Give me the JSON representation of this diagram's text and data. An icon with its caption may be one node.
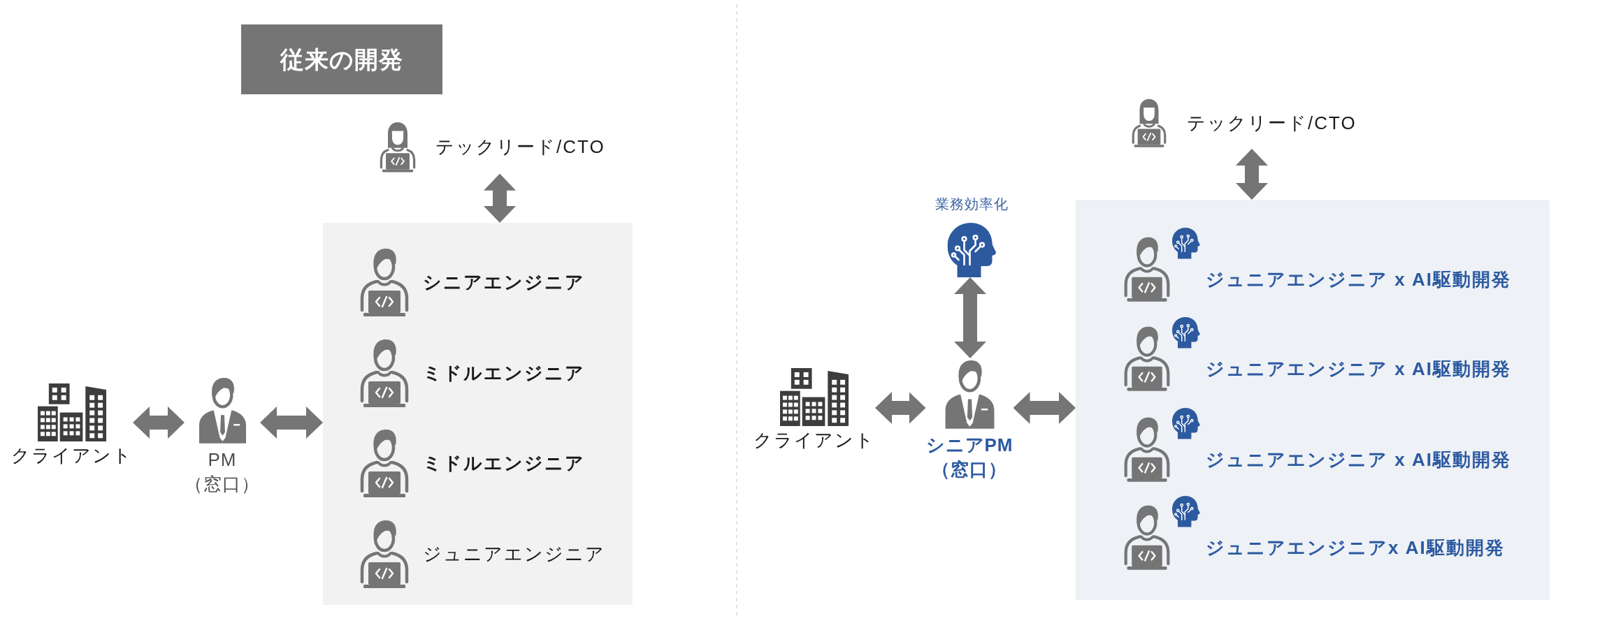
{
  "diagram": {
    "nodes": [
      {
        "text": [
          "従来の開発"
        ]
      },
      {
        "text": [
          "テックリード/CTO"
        ]
      },
      {
        "text": [],
        "shape": "box"
      },
      {
        "text": [
          "シニアエンジニア"
        ],
        "in": 2
      },
      {
        "text": [
          "ミドルエンジニア"
        ],
        "in": 2
      },
      {
        "text": [
          "ミドルエンジニア"
        ],
        "in": 2
      },
      {
        "text": [
          "ジュニアエンジニア"
        ],
        "in": 2
      },
      {
        "text": [
          "クライアント"
        ]
      },
      {
        "text": [
          "PM（窓口）"
        ]
      },
      {
        "text": [
          "テックリード/CTO"
        ]
      },
      {
        "text": [
          "業務効率化"
        ]
      },
      {
        "text": [],
        "shape": "box"
      },
      {
        "text": [
          "ジュニアエンジニア x AI駆動開発"
        ],
        "in": 11
      },
      {
        "text": [
          "ジュニアエンジニア x AI駆動開発"
        ],
        "in": 11
      },
      {
        "text": [
          "ジュニアエンジニア x AI駆動開発"
        ],
        "in": 11
      },
      {
        "text": [
          "ジュニアエンジニアx AI駆動開発"
        ],
        "in": 11
      },
      {
        "text": [
          "クライアント"
        ]
      },
      {
        "text": [
          "シニアPM（窓口）"
        ]
      }
    ],
    "edges": [
      {
        "from": 1,
        "to": 2,
        "arrow": "both"
      },
      {
        "from": 7,
        "to": 8,
        "arrow": "both"
      },
      {
        "from": 8,
        "to": 2,
        "arrow": "both"
      },
      {
        "from": 9,
        "to": 11,
        "arrow": "both"
      },
      {
        "from": 10,
        "to": 17,
        "arrow": "both"
      },
      {
        "from": 16,
        "to": 17,
        "arrow": "both"
      },
      {
        "from": 17,
        "to": 11,
        "arrow": "both"
      }
    ]
  }
}
